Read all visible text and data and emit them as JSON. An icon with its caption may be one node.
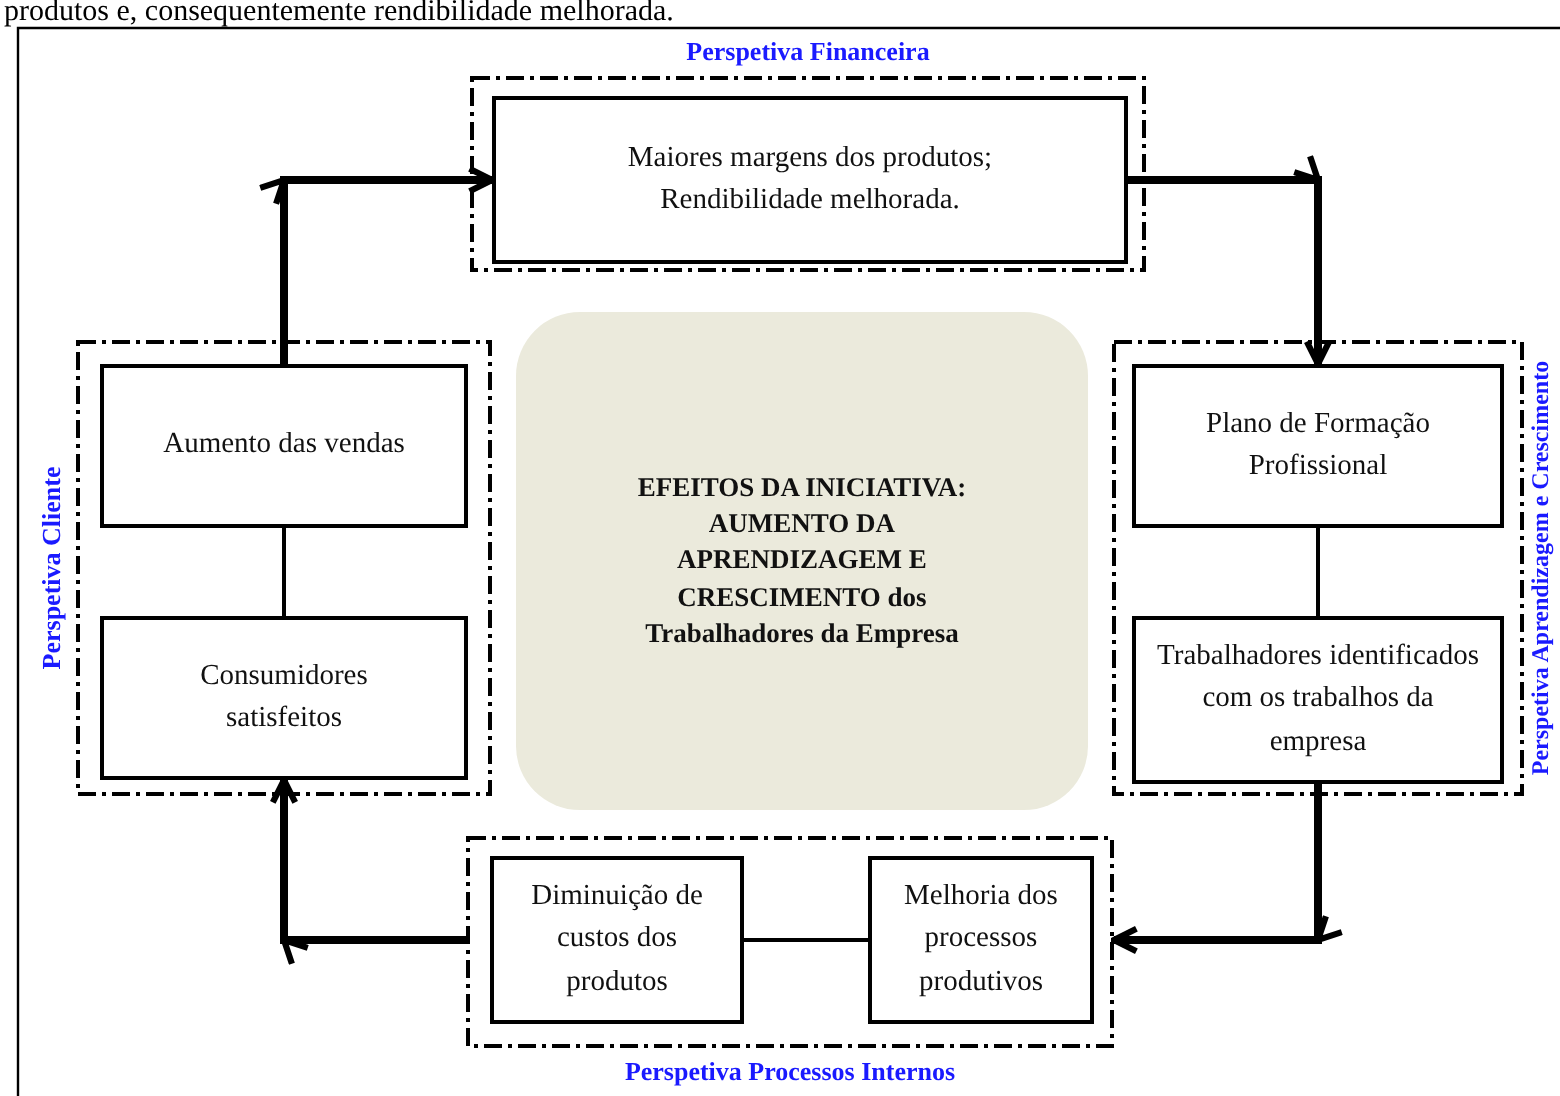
{
  "diagram": {
    "nodes": [
      {
        "text": [
          "Perspetiva Financeira"
        ]
      },
      {
        "text": [
          "Maiores margens dos produtos; Rendibilidade melhorada."
        ],
        "in": 0
      },
      {
        "text": [
          "Perspetiva Aprendizagem e Crescimento"
        ]
      },
      {
        "text": [
          "Plano de Formação Profissional"
        ],
        "in": 2
      },
      {
        "text": [
          "Trabalhadores identificados com os trabalhos da empresa"
        ],
        "in": 2
      },
      {
        "text": [
          "Perspetiva Processos Internos"
        ]
      },
      {
        "text": [
          "Diminuição de custos dos produtos"
        ],
        "in": 5
      },
      {
        "text": [
          "Melhoria dos processos produtivos"
        ],
        "in": 5
      },
      {
        "text": [
          "Perspetiva Cliente"
        ]
      },
      {
        "text": [
          "Aumento das vendas"
        ],
        "in": 8
      },
      {
        "text": [
          "Consumidores satisfeitos"
        ],
        "in": 8
      },
      {
        "text": [
          "EFEITOS DA INICIATIVA: AUMENTO DA APRENDIZAGEM E CRESCIMENTO dos Trabalhadores da Empresa"
        ]
      }
    ],
    "edges": [
      {
        "from": 9,
        "to": 1,
        "arrow": "to"
      },
      {
        "from": 1,
        "to": 3,
        "arrow": "to"
      },
      {
        "from": 3,
        "to": 4,
        "arrow": "none"
      },
      {
        "from": 4,
        "to": 5,
        "arrow": "to"
      },
      {
        "from": 7,
        "to": 6,
        "arrow": "none"
      },
      {
        "from": 5,
        "to": 10,
        "arrow": "to"
      },
      {
        "from": 10,
        "to": 9,
        "arrow": "none"
      }
    ],
    "labels": [
      "produtos e, consequentemente rendibilidade melhorada."
    ]
  }
}
